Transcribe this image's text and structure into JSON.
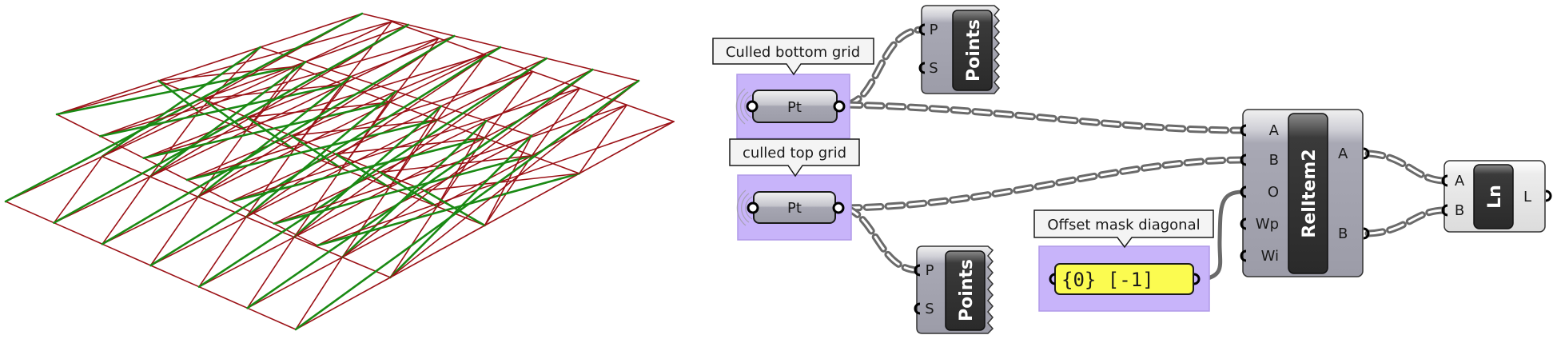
{
  "viewport": {
    "name": "3d-viewport",
    "colors": {
      "frame": "#9b1116",
      "highlight": "#1a8a14",
      "background": "#ffffff"
    },
    "truss": {
      "bottom_grid_columns": 7,
      "bottom_grid_rows": 5,
      "top_grid_columns": 7,
      "top_grid_rows": 4
    }
  },
  "canvas": {
    "colors": {
      "group_fill": "#c8b4fa",
      "group_border": "#b09ae8",
      "node_fill": "#a9a9b4",
      "node_light_fill": "#e3e3e3",
      "node_title_fill": "#2e2e2e",
      "panel_fill": "#fbfb50",
      "wire": "#6a6a6a"
    },
    "groups": [
      {
        "id": "group-bottom",
        "label": "Culled bottom grid",
        "param": "Pt"
      },
      {
        "id": "group-top",
        "label": "culled top grid",
        "param": "Pt"
      },
      {
        "id": "group-mask",
        "label": "Offset mask diagonal",
        "panel_value": "{0} [-1]"
      }
    ],
    "points_node_1": {
      "title": "Points",
      "inputs": [
        "P",
        "S"
      ]
    },
    "points_node_2": {
      "title": "Points",
      "inputs": [
        "P",
        "S"
      ]
    },
    "relitem_node": {
      "title": "RelItem2",
      "inputs": [
        "A",
        "B",
        "O",
        "Wp",
        "Wi"
      ],
      "outputs": [
        "A",
        "B"
      ]
    },
    "line_node": {
      "title": "Ln",
      "inputs": [
        "A",
        "B"
      ],
      "outputs": [
        "L"
      ]
    }
  }
}
